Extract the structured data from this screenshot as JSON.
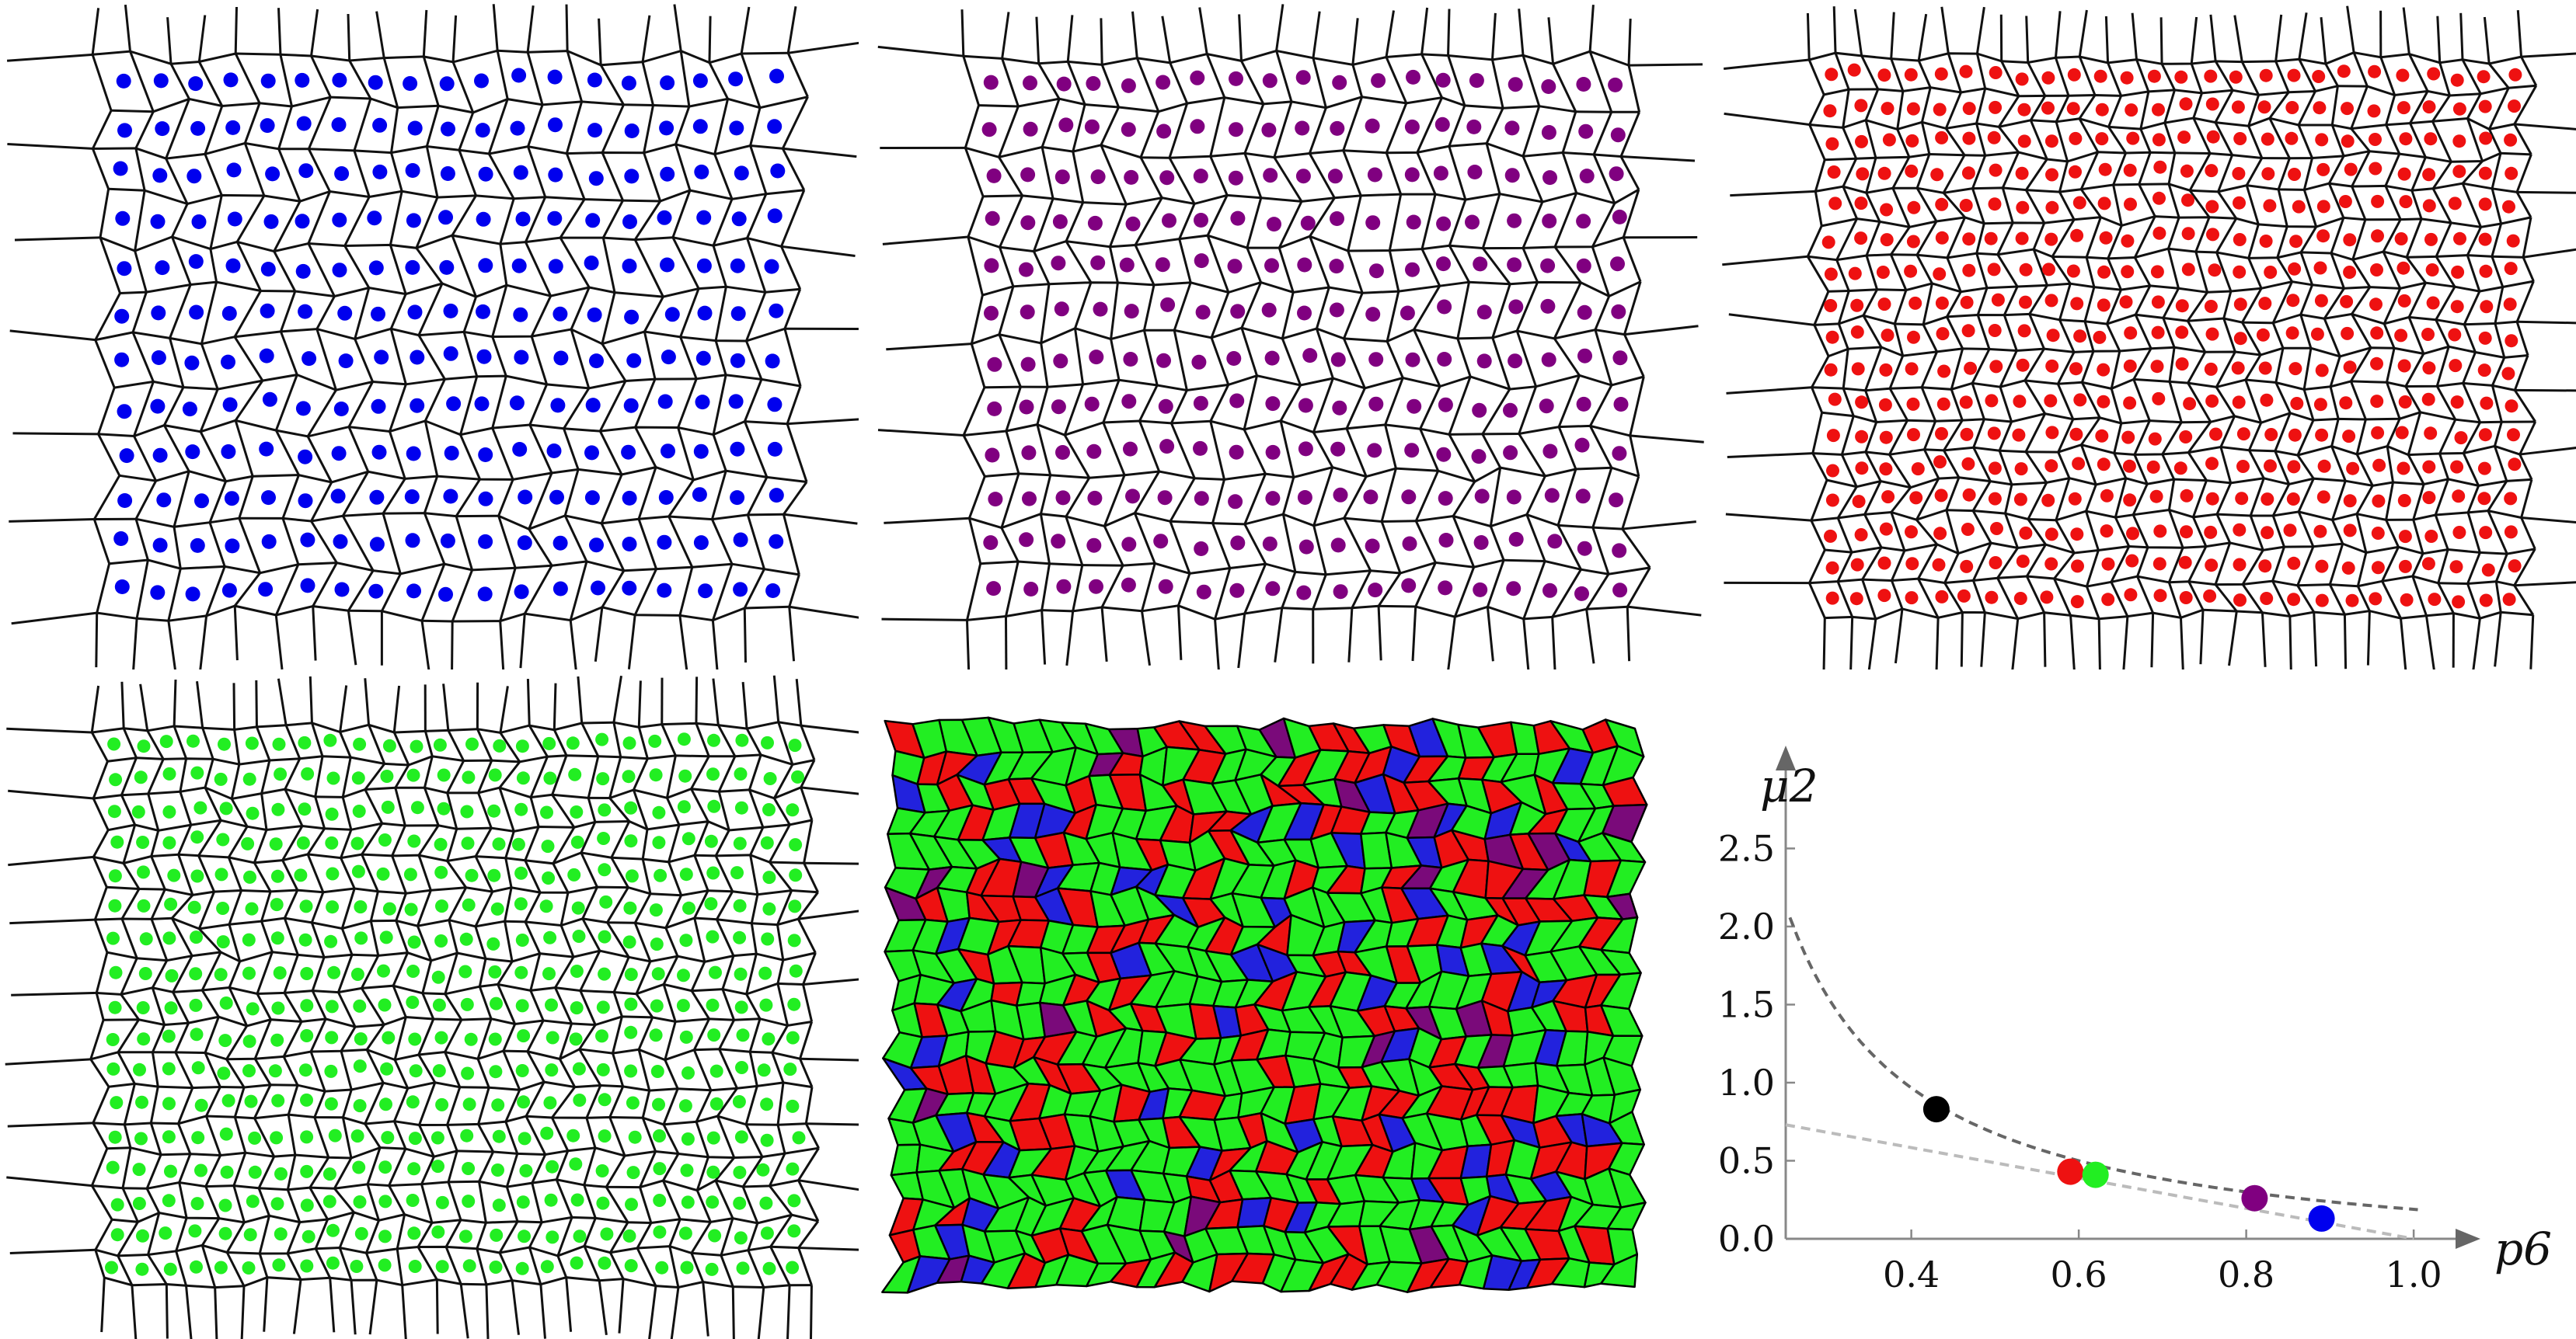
{
  "panels": [
    {
      "id": "blue",
      "color": "#0000ee",
      "cols": 19,
      "rows": 12,
      "seed": 11,
      "cellLine": "#111111"
    },
    {
      "id": "purple",
      "color": "#800080",
      "cols": 19,
      "rows": 12,
      "seed": 23,
      "cellLine": "#111111"
    },
    {
      "id": "red",
      "color": "#ee1111",
      "cols": 26,
      "rows": 17,
      "seed": 37,
      "cellLine": "#111111"
    },
    {
      "id": "green",
      "color": "#22ee22",
      "cols": 26,
      "rows": 17,
      "seed": 51,
      "cellLine": "#111111"
    }
  ],
  "mosaic": {
    "palette": {
      "hex": "#22ee22",
      "pent": "#ee1111",
      "sept": "#2222dd",
      "oct": "#7a0a7a"
    },
    "cols": 30,
    "rows": 20,
    "seed": 77
  },
  "chart_data": {
    "type": "scatter",
    "xlabel": "p6",
    "ylabel": "μ2",
    "xlim": [
      0.25,
      1.05
    ],
    "ylim": [
      0.0,
      2.9
    ],
    "xticks": [
      "0.4",
      "0.6",
      "0.8",
      "1.0"
    ],
    "yticks": [
      "0.0",
      "0.5",
      "1.0",
      "1.5",
      "2.0",
      "2.5"
    ],
    "points": [
      {
        "x": 0.43,
        "y": 0.83,
        "color": "#000000"
      },
      {
        "x": 0.59,
        "y": 0.43,
        "color": "#ee1111"
      },
      {
        "x": 0.62,
        "y": 0.41,
        "color": "#22ee22"
      },
      {
        "x": 0.81,
        "y": 0.26,
        "color": "#800080"
      },
      {
        "x": 0.89,
        "y": 0.13,
        "color": "#0000ee"
      }
    ],
    "curve_fit": {
      "color": "#666666",
      "dashed": true
    },
    "line_fit": {
      "color": "#bbbbbb",
      "dashed": true,
      "intercept_y": 0.73,
      "end_x": 1.0,
      "end_y": 0.0
    }
  }
}
